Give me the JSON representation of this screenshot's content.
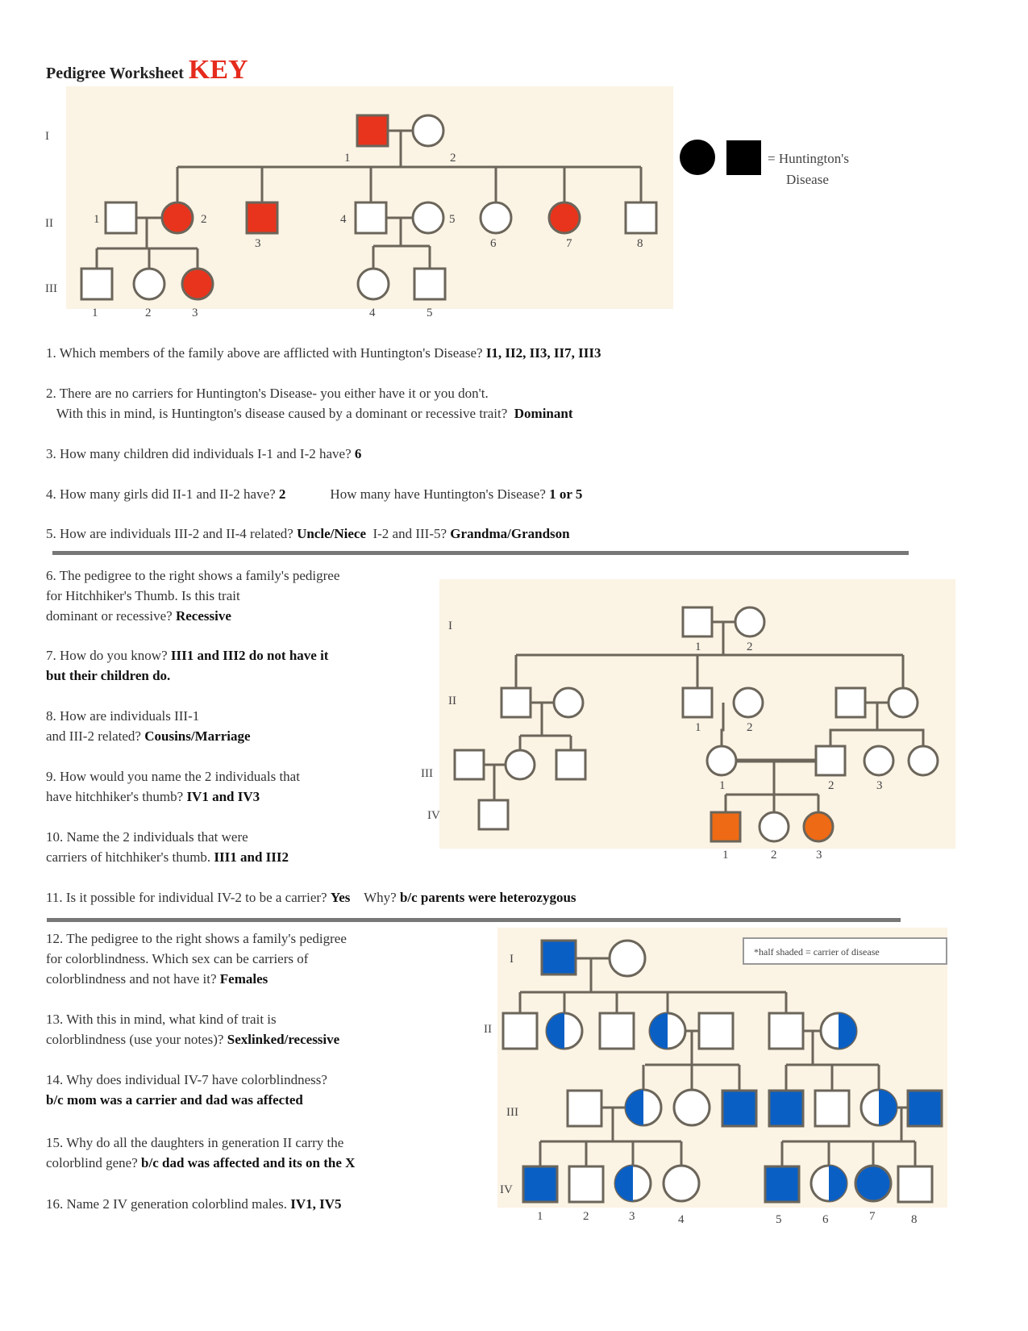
{
  "title": "Pedigree Worksheet",
  "title_key": "KEY",
  "colors": {
    "huntington": "#e8341c",
    "hitchhiker": "#ee6a14",
    "colorblind": "#0a5fc4",
    "pedigree_bg": "#fbf3e4"
  },
  "ped1": {
    "gens": [
      "I",
      "II",
      "III"
    ],
    "legend": [
      "= Huntington's",
      "Disease"
    ],
    "nums": [
      "1",
      "2",
      "1",
      "2",
      "3",
      "4",
      "5",
      "6",
      "7",
      "8",
      "1",
      "2",
      "3",
      "4",
      "5"
    ]
  },
  "ped2": {
    "gens": [
      "I",
      "II",
      "III",
      "IV"
    ],
    "nums": [
      "1",
      "2",
      "1",
      "2",
      "1",
      "2",
      "3",
      "1",
      "2",
      "3"
    ]
  },
  "ped3": {
    "gens": [
      "I",
      "II",
      "III",
      "IV"
    ],
    "note": "*half shaded = carrier of disease",
    "nums": [
      "1",
      "2",
      "3",
      "4",
      "5",
      "6",
      "7",
      "8"
    ]
  },
  "questions": [
    {
      "q": "1. Which members of the family above are afflicted with Huntington's Disease?",
      "a": "I1, II2, II3, II7, III3"
    },
    {
      "q": "2. There are no carriers for Huntington's Disease- you either have it or you don't.",
      "q2": "With this in mind, is Huntington's disease caused by a dominant or recessive trait?",
      "a": "Dominant"
    },
    {
      "q": "3. How many children did individuals I-1 and I-2 have?",
      "a": "6"
    },
    {
      "q": "4. How many girls did II-1 and II-2 have?",
      "a": "2",
      "q2": "How many have Huntington's Disease?",
      "a2": "1 or 5"
    },
    {
      "q": "5. How are individuals III-2 and II-4 related?",
      "a": "Uncle/Niece",
      "q2": "I-2 and III-5?",
      "a2": "Grandma/Grandson"
    },
    {
      "q": "6. The pedigree to the right shows a family's pedigree",
      "q2": "for Hitchhiker's Thumb.  Is this trait",
      "q3": "dominant or recessive?",
      "a": "Recessive"
    },
    {
      "q": "7. How do you know?",
      "a": "III1 and III2 do not have it",
      "a2": "but their children do."
    },
    {
      "q": "8. How are individuals III-1",
      "q2": "and III-2 related?",
      "a": "Cousins/Marriage"
    },
    {
      "q": "9. How would you name the 2 individuals that",
      "q2": "have hitchhiker's thumb?",
      "a": "IV1 and IV3"
    },
    {
      "q": "10. Name the 2 individuals that were",
      "q2": "carriers of hitchhiker's thumb.",
      "a": "III1 and III2"
    },
    {
      "q": "11. Is it possible for individual IV-2 to be a carrier?",
      "a": "Yes",
      "q2": "Why?",
      "a2": "b/c parents were heterozygous"
    },
    {
      "q": "12. The pedigree to the right shows a family's pedigree",
      "q2": "for colorblindness.  Which sex can be carriers of",
      "q3": "colorblindness and not have it?",
      "a": "Females"
    },
    {
      "q": "13. With this in mind, what kind of trait is",
      "q2": "colorblindness (use your notes)?",
      "a": "Sexlinked/recessive"
    },
    {
      "q": "14. Why does individual IV-7 have colorblindness?",
      "a": "b/c mom was a carrier and dad was affected"
    },
    {
      "q": "15. Why do all the daughters in generation II carry the",
      "q2": "colorblind gene?",
      "a": "b/c dad was affected and its on the X"
    },
    {
      "q": "16. Name 2 IV generation colorblind males.",
      "a": "IV1, IV5"
    }
  ]
}
